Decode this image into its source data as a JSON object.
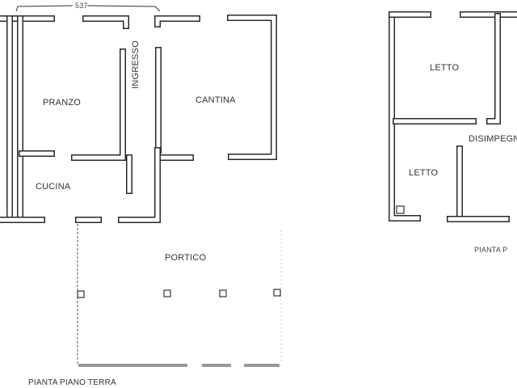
{
  "ground_floor": {
    "dimension": "537",
    "rooms": {
      "pranzo": "PRANZO",
      "cucina": "CUCINA",
      "ingresso": "INGRESSO",
      "cantina": "CANTINA",
      "portico": "PORTICO"
    },
    "title": "PIANTA PIANO TERRA"
  },
  "upper_floor": {
    "rooms": {
      "letto_1": "LETTO",
      "letto_2": "LETTO",
      "disimpegno": "DISIMPEGNO"
    },
    "title": "PIANTA P"
  },
  "colors": {
    "line": "#2a2a2a",
    "background": "#ffffff"
  }
}
